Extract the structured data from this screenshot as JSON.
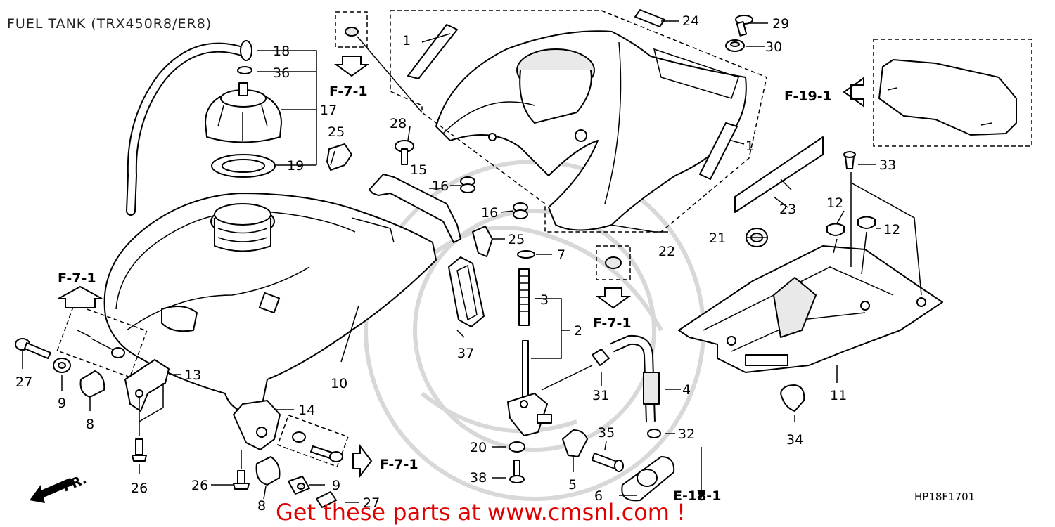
{
  "title": "FUEL TANK (TRX450R8/ER8)",
  "diagram_code": "HP18F1701",
  "promo_text": "Get these parts at www.cmsnl.com !",
  "front_marker": "FR.",
  "refs": {
    "f71_top": "F-7-1",
    "f71_left": "F-7-1",
    "f71_mid": "F-7-1",
    "f71_bottom": "F-7-1",
    "f191": "F-19-1",
    "e181": "E-18-1"
  },
  "callouts": {
    "c1a": "1",
    "c1b": "1",
    "c2": "2",
    "c3": "3",
    "c4": "4",
    "c5": "5",
    "c6": "6",
    "c7": "7",
    "c8a": "8",
    "c8b": "8",
    "c9a": "9",
    "c9b": "9",
    "c10": "10",
    "c11": "11",
    "c12a": "12",
    "c12b": "12",
    "c13": "13",
    "c14": "14",
    "c15": "15",
    "c16a": "16",
    "c16b": "16",
    "c17": "17",
    "c18": "18",
    "c19": "19",
    "c20": "20",
    "c21": "21",
    "c22": "22",
    "c23": "23",
    "c24": "24",
    "c25a": "25",
    "c25b": "25",
    "c26a": "26",
    "c26b": "26",
    "c27a": "27",
    "c27b": "27",
    "c28": "28",
    "c29": "29",
    "c30": "30",
    "c31": "31",
    "c32": "32",
    "c33": "33",
    "c34": "34",
    "c35": "35",
    "c36": "36",
    "c37": "37",
    "c38": "38"
  }
}
